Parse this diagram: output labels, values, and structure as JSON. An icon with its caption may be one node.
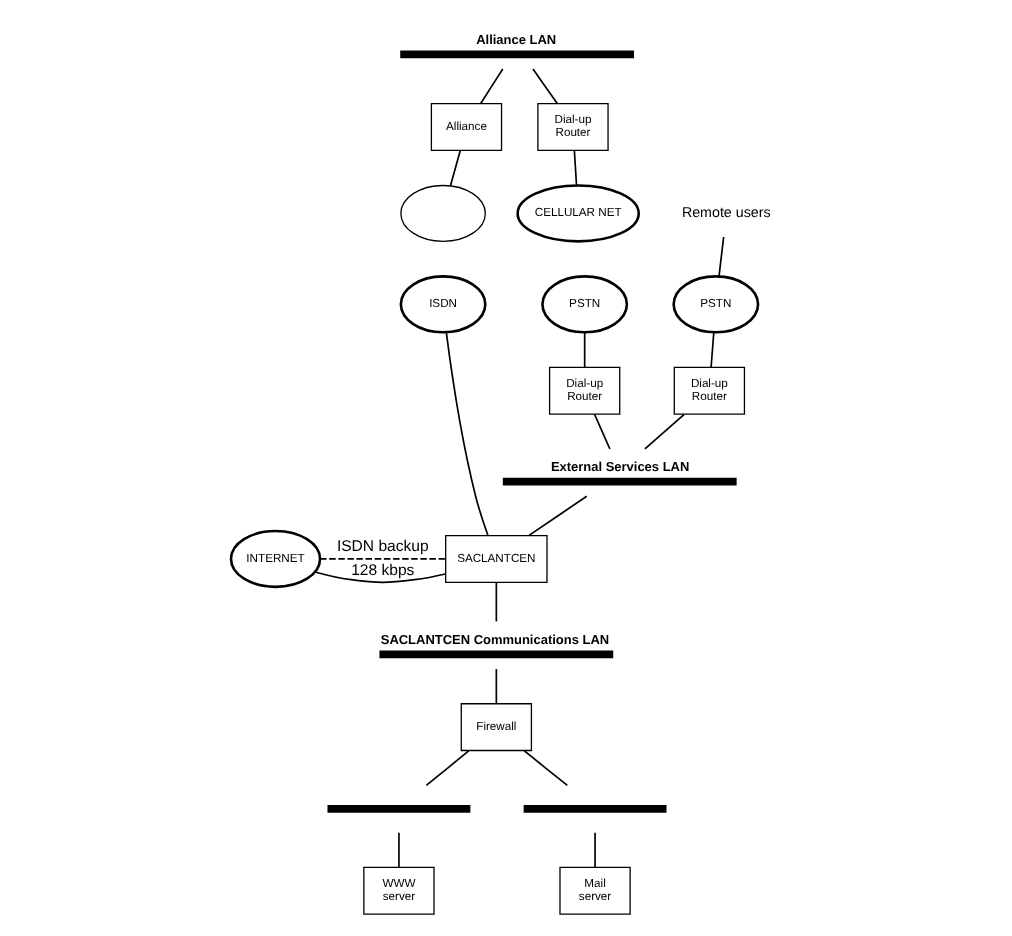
{
  "diagram": {
    "nodes": [
      {
        "text": [
          "Alliance LAN"
        ]
      },
      {
        "text": [
          "Alliance"
        ]
      },
      {
        "text": [
          "Dial-up Router"
        ]
      },
      {
        "text": [],
        "shape": "cloud"
      },
      {
        "text": [
          "CELLULAR NET"
        ]
      },
      {
        "text": [
          "ISDN"
        ]
      },
      {
        "text": [
          "PSTN"
        ]
      },
      {
        "text": [
          "PSTN"
        ]
      },
      {
        "text": [
          "Remote users"
        ]
      },
      {
        "text": [
          "Dial-up Router"
        ]
      },
      {
        "text": [
          "Dial-up Router"
        ]
      },
      {
        "text": [
          "External Services LAN"
        ]
      },
      {
        "text": [
          "INTERNET"
        ]
      },
      {
        "text": [
          "SACLANTCEN"
        ]
      },
      {
        "text": [
          "SACLANTCEN Communications LAN"
        ]
      },
      {
        "text": [
          "Firewall"
        ]
      },
      {
        "text": [],
        "shape": "bar"
      },
      {
        "text": [],
        "shape": "bar"
      },
      {
        "text": [
          "WWW server"
        ]
      },
      {
        "text": [
          "Mail server"
        ]
      }
    ],
    "edges": [
      {
        "from": 0,
        "to": 1,
        "arrow": "none"
      },
      {
        "from": 0,
        "to": 2,
        "arrow": "none"
      },
      {
        "from": 1,
        "to": 3,
        "arrow": "none"
      },
      {
        "from": 2,
        "to": 4,
        "arrow": "none"
      },
      {
        "from": 5,
        "to": 13,
        "arrow": "none"
      },
      {
        "from": 8,
        "to": 7,
        "arrow": "none"
      },
      {
        "from": 6,
        "to": 9,
        "arrow": "none"
      },
      {
        "from": 7,
        "to": 10,
        "arrow": "none"
      },
      {
        "from": 9,
        "to": 11,
        "arrow": "none"
      },
      {
        "from": 10,
        "to": 11,
        "arrow": "none"
      },
      {
        "from": 11,
        "to": 13,
        "arrow": "none"
      },
      {
        "from": 12,
        "to": 13,
        "arrow": "none",
        "label": "128 kbps"
      },
      {
        "from": 12,
        "to": 13,
        "arrow": "none",
        "label": "ISDN backup",
        "style": "dashed"
      },
      {
        "from": 13,
        "to": 14,
        "arrow": "none"
      },
      {
        "from": 14,
        "to": 15,
        "arrow": "none"
      },
      {
        "from": 15,
        "to": 16,
        "arrow": "none"
      },
      {
        "from": 15,
        "to": 17,
        "arrow": "none"
      },
      {
        "from": 16,
        "to": 18,
        "arrow": "none"
      },
      {
        "from": 17,
        "to": 19,
        "arrow": "none"
      }
    ]
  }
}
